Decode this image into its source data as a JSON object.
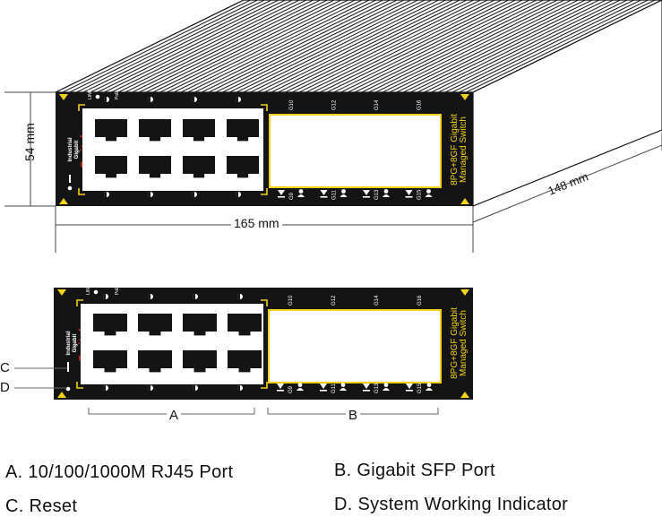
{
  "dimensions": {
    "height": "54 mm",
    "width": "165 mm",
    "depth": "148 mm"
  },
  "device": {
    "brand_line1": "Industrial",
    "brand_line2": "Gigabit",
    "brand_word": "Switch",
    "model_line1": "8PG+8GF Gigabit",
    "model_line2": "Managed Switch",
    "led_labels": [
      "LINK",
      "PoE"
    ],
    "sfp_labels_top": [
      "G10",
      "G12",
      "G14",
      "G16"
    ],
    "sfp_labels_bottom": [
      "G9",
      "G11",
      "G13",
      "G15"
    ],
    "colors": {
      "panel": "#141414",
      "yellow": "#f2d21b",
      "red": "#d42a1e",
      "white": "#ffffff"
    }
  },
  "callouts": {
    "a": "A",
    "b": "B",
    "c": "C",
    "d": "D"
  },
  "legend": {
    "a": "A. 10/100/1000M RJ45 Port",
    "b": "B. Gigabit SFP Port",
    "c": "C. Reset",
    "d": "D. System Working Indicator"
  }
}
